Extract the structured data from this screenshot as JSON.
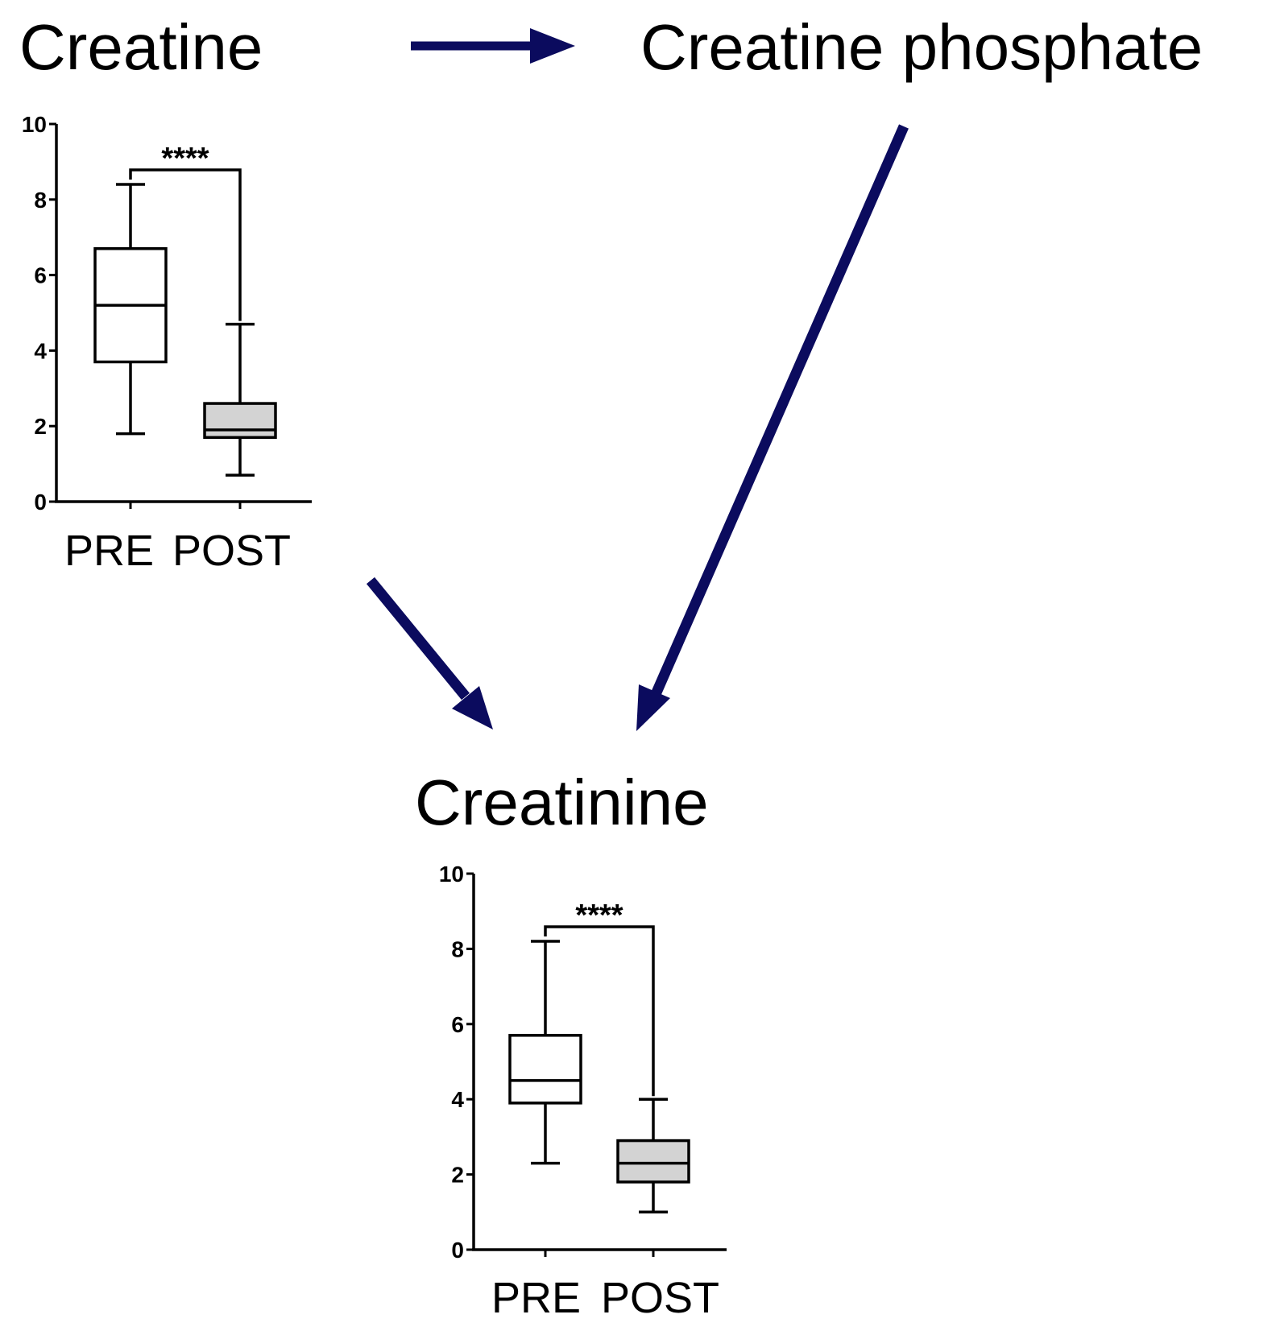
{
  "colors": {
    "arrow": "#0b0b5e",
    "ink": "#000000",
    "pre_fill": "#ffffff",
    "post_fill": "#d3d3d3"
  },
  "nodes": {
    "creatine": "Creatine",
    "creatine_phosphate": "Creatine phosphate",
    "creatinine": "Creatinine"
  },
  "arrows": [
    {
      "from": "Creatine",
      "to": "Creatine phosphate"
    },
    {
      "from": "Creatine",
      "to": "Creatinine"
    },
    {
      "from": "Creatine phosphate",
      "to": "Creatinine"
    }
  ],
  "chart_data": [
    {
      "type": "box",
      "panel": "Creatine",
      "categories": [
        "PRE",
        "POST"
      ],
      "ylim": [
        0,
        10
      ],
      "yticks": [
        "0",
        "2",
        "4",
        "6",
        "8",
        "10"
      ],
      "significance": "****",
      "series": [
        {
          "name": "PRE",
          "min": 1.8,
          "q1": 3.7,
          "median": 5.2,
          "q3": 6.7,
          "max": 8.4
        },
        {
          "name": "POST",
          "min": 0.7,
          "q1": 1.7,
          "median": 1.9,
          "q3": 2.6,
          "max": 4.7
        }
      ]
    },
    {
      "type": "box",
      "panel": "Creatinine",
      "categories": [
        "PRE",
        "POST"
      ],
      "ylim": [
        0,
        10
      ],
      "yticks": [
        "0",
        "2",
        "4",
        "6",
        "8",
        "10"
      ],
      "significance": "****",
      "series": [
        {
          "name": "PRE",
          "min": 2.3,
          "q1": 3.9,
          "median": 4.5,
          "q3": 5.7,
          "max": 8.2
        },
        {
          "name": "POST",
          "min": 1.0,
          "q1": 1.8,
          "median": 2.3,
          "q3": 2.9,
          "max": 4.0
        }
      ]
    }
  ]
}
